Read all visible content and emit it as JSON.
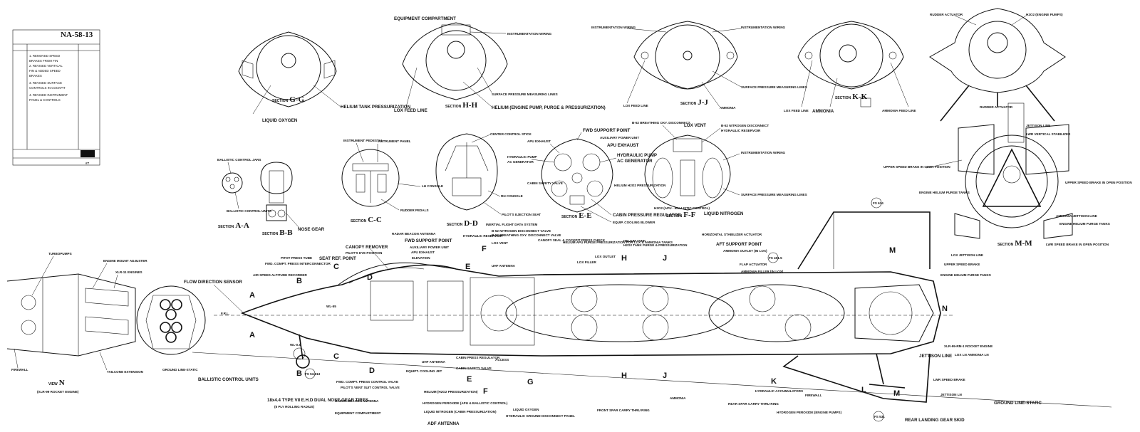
{
  "title_block": {
    "drawing_number": "NA-58-13",
    "sheet": "#7",
    "notes": [
      "1. REMOVED SPEED",
      "BRAKES FROM FIN",
      "2. REVISED VERTICAL",
      "FIN & ADDED SPEED",
      "BRAKES",
      "3. REVISED SURFACE",
      "CONTROLS IN COCKPIT",
      "4. REVISED INSTRUMENT",
      "PANEL & CONTROLS"
    ]
  },
  "sections": {
    "gg": {
      "label": "SECTION",
      "id": "G-G",
      "callouts": [
        "HELIUM TANK PRESSURIZATION",
        "LIQUID OXYGEN"
      ]
    },
    "hh": {
      "label": "SECTION",
      "id": "H-H",
      "callouts": [
        "EQUIPMENT COMPARTMENT",
        "INSTRUMENTATION WIRING",
        "SURFACE PRESSURE MEASURING LINES",
        "LOX FEED LINE",
        "HELIUM (ENGINE PUMP, PURGE & PRESSURIZATION)"
      ]
    },
    "jj": {
      "label": "SECTION",
      "id": "J-J",
      "callouts": [
        "INSTRUMENTATION WIRING",
        "INSTRUMENTATION WIRING",
        "SURFACE PRESSURE MEASURING LINES",
        "LOX FEED LINE",
        "AMMONIA"
      ]
    },
    "kk": {
      "label": "SECTION",
      "id": "K-K",
      "callouts": [
        "LOX FEED LINE",
        "AMMONIA",
        "AMMONIA FEED LINE"
      ]
    },
    "ll": {
      "callouts": [
        "RUDDER ACTUATOR",
        "H2O2 (ENGINE PUMPS)",
        "RUDDER ACTUATOR",
        "JETTISON LINE",
        "LWR VERTICAL STABILIZER"
      ]
    },
    "aa": {
      "label": "SECTION",
      "id": "A-A",
      "callouts": [
        "BALLISTIC CONTROL JARS",
        "BALLISTIC CONTROL UNITS"
      ]
    },
    "bb": {
      "label": "SECTION",
      "id": "B-B",
      "callouts": [
        "NOSE GEAR"
      ]
    },
    "cc": {
      "label": "SECTION",
      "id": "C-C",
      "callouts": [
        "INSTRUMENT PEDESTAL",
        "INSTRUMENT PANEL",
        "LH CONSOLE",
        "RUDDER PEDALS"
      ]
    },
    "dd": {
      "label": "SECTION",
      "id": "D-D",
      "callouts": [
        "CENTER CONTROL STICK",
        "RH CONSOLE",
        "PILOT'S EJECTION SEAT"
      ]
    },
    "ee": {
      "label": "SECTION",
      "id": "E-E",
      "callouts": [
        "FWD SUPPORT POINT",
        "AUXILIARY POWER UNIT",
        "APU EXHAUST",
        "APU EXHAUST",
        "HYDRAULIC PUMP",
        "AC GENERATOR",
        "HYDRAULIC PUMP",
        "AC GENERATOR",
        "CABIN SAFETY VALVE",
        "HELIUM H2O2 PRESSURIZATION",
        "CABIN PRESSURE REGULATOR",
        "EQUIP. COOLING BLOWER"
      ]
    },
    "ff": {
      "label": "SECTION",
      "id": "F-F",
      "callouts": [
        "B-52 BREATHING OXY. DISCONNECT",
        "LOX VENT",
        "B-52 NITROGEN DISCONNECT",
        "HYDRAULIC RESERVOIR",
        "INSTRUMENTATION WIRING",
        "SURFACE PRESSURE MEASURING LINES",
        "LIQUID NITROGEN",
        "H2O2 (APU - BALLISTIC CONTROL)"
      ]
    },
    "mm": {
      "label": "SECTION",
      "id": "M-M",
      "callouts": [
        "UPPER SPEED BRAKE IN OPEN POSITION",
        "UPPER SPEED BRAKE IN OPEN POSITION",
        "ENGINE HELIUM PURGE TANKS",
        "AMMONIA JETTISON LINE",
        "ENGINE HELIUM PURGE TANKS",
        "LOX JETTISON LINE",
        "LWR SPEED BRAKE IN OPEN POSITION"
      ]
    }
  },
  "view_n": {
    "label": "VIEW",
    "id": "N",
    "caption": "(XLR-99 ROCKET ENGINE)",
    "callouts": [
      "TURBOPUMPS",
      "ENGINE MOUNT ADJUSTER",
      "XLR-11 ENGINES",
      "FIREWALL",
      "TAILCONE EXTENSION"
    ]
  },
  "side_view_callouts": {
    "upper_left": [
      "FLOW DIRECTION SENSOR",
      "AIR SPEED ALTITUDE RECORDER",
      "PITOT PRESS TUBE",
      "FWD. COMPT. PRESS INTERCONNECTOR",
      "SEAT REF. POINT",
      "CANOPY REMOVER",
      "PILOT'S EYE POSITION",
      "RADAR BEACON ANTENNA",
      "FWD SUPPORT POINT",
      "AUXILIARY POWER UNIT",
      "APU EXHAUST",
      "ELEVATION",
      "HYDRAULIC RESERVOIR",
      "B-52 NITROGEN DISCONNECT VALVE",
      "B-52 BREATHING OXY. DISCONNECT VALVE",
      "CANOPY SEAL & COCKPIT PRESS CHECK",
      "INERTIAL FLIGHT DATA SYSTEM",
      "LOX VENT",
      "UHF ANTENNA"
    ],
    "upper_mid": [
      "HELIUM TANK",
      "H2O2 TANK PURGE & PRESSURIZATION",
      "HELIUM APU PURGE PRESSURIZATION FOR LOX & AMMONIA TANKS",
      "LOX FILLER",
      "LOX OUTLET",
      "HORIZONTAL STABILIZER ACTUATOR",
      "AFT SUPPORT POINT",
      "AMMONIA OUTLET (IN LOX)",
      "FLAP ACTUATOR",
      "AMMONIA FILLER (IN LOX)"
    ],
    "right": [
      "UPPER SPEED BRAKE",
      "ENGINE HELIUM PURGE TANKS",
      "XLR-99-RM-1 ROCKET ENGINE",
      "JETTISON LINE",
      "LOX LN AMMONIA LN",
      "LWR SPEED BRAKE",
      "JETTISON LN",
      "GROUND LINE-STATIC",
      "REAR LANDING GEAR SKID"
    ],
    "lower": [
      "GROUND LINE-STATIC",
      "BALLISTIC CONTROL UNITS",
      "18x4.4 TYPE VII E.H.D DUAL NOSE GEAR TIRES",
      "(8 PLY ROLLING RADIUS)",
      "FWD. COMPT. PRESS CONTROL VALVE",
      "PILOT'S VENT SUIT CONTROL VALVE",
      "RADAR BEACON ANTENNA",
      "EQUIPMENT COMPARTMENT",
      "EQUIPT. COOLING JET",
      "UHF ANTENNA",
      "CABIN PRESS REGULATOR",
      "CABIN SAFETY VALVE",
      "ACCESS",
      "HELIUM (H2O2 PRESSURIZATION)",
      "HYDROGEN PEROXIDE (APU & BALLISTIC CONTROL)",
      "LIQUID NITROGEN (CABIN PRESSURIZATION)",
      "ADF ANTENNA",
      "LIQUID OXYGEN",
      "HYDRAULIC GROUND DISCONNECT PANEL",
      "FRONT SPAR CARRY THRU RING",
      "AMMONIA",
      "REAR SPAR CARRY THRU RING",
      "HYDRAULIC ACCUMULATORS",
      "HYDROGEN PEROXIDE (ENGINE PUMPS)",
      "FIREWALL"
    ],
    "stations": [
      "FS 634",
      "FS 401.5",
      "FS 53.813",
      "FS 531"
    ],
    "markers": [
      "A",
      "B",
      "C",
      "D",
      "E",
      "F",
      "G",
      "H",
      "J",
      "K",
      "L",
      "M",
      "N"
    ],
    "fuselage_ref": "F.R.L.",
    "wl": "WL-55",
    "wl2": "WL-0.5"
  }
}
